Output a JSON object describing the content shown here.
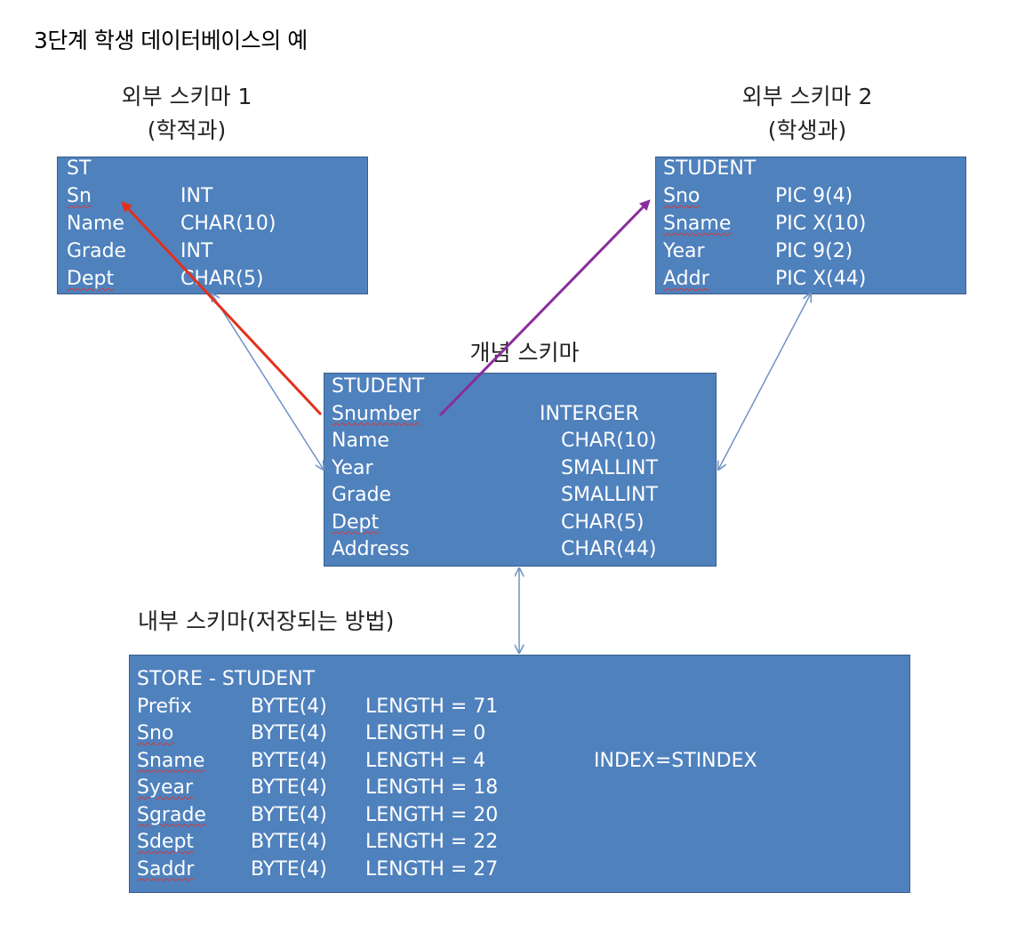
{
  "title": "3단계 학생 데이터베이스의 예",
  "external1": {
    "heading": "외부 스키마 1",
    "subheading": "(학적과)",
    "record": "ST",
    "fields": [
      {
        "name": "Sn",
        "type": "INT",
        "misspelled": true
      },
      {
        "name": "Name",
        "type": "CHAR(10)",
        "misspelled": false
      },
      {
        "name": "Grade",
        "type": "INT",
        "misspelled": false
      },
      {
        "name": "Dept",
        "type": "CHAR(5)",
        "misspelled": true
      }
    ]
  },
  "external2": {
    "heading": "외부 스키마 2",
    "subheading": "(학생과)",
    "record": "STUDENT",
    "fields": [
      {
        "name": "Sno",
        "type": "PIC 9(4)",
        "misspelled": true
      },
      {
        "name": "Sname",
        "type": "PIC X(10)",
        "misspelled": true
      },
      {
        "name": "Year",
        "type": "PIC 9(2)",
        "misspelled": false
      },
      {
        "name": "Addr",
        "type": "PIC X(44)",
        "misspelled": true
      }
    ]
  },
  "conceptual": {
    "heading": "개념 스키마",
    "record": "STUDENT",
    "fields": [
      {
        "name": "Snumber",
        "type": "INTERGER",
        "misspelled": true
      },
      {
        "name": "Name",
        "type": "CHAR(10)",
        "misspelled": false
      },
      {
        "name": "Year",
        "type": "SMALLINT",
        "misspelled": false
      },
      {
        "name": "Grade",
        "type": "SMALLINT",
        "misspelled": false
      },
      {
        "name": "Dept",
        "type": "CHAR(5)",
        "misspelled": true
      },
      {
        "name": "Address",
        "type": "CHAR(44)",
        "misspelled": false
      }
    ]
  },
  "internal": {
    "heading": "내부 스키마(저장되는 방법)",
    "record": "STORE - STUDENT",
    "index": "INDEX=STINDEX",
    "fields": [
      {
        "name": "Prefix",
        "type": "BYTE(4)",
        "length": "LENGTH = 71",
        "misspelled": false
      },
      {
        "name": "Sno",
        "type": "BYTE(4)",
        "length": "LENGTH = 0",
        "misspelled": true
      },
      {
        "name": "Sname",
        "type": "BYTE(4)",
        "length": "LENGTH = 4",
        "misspelled": true
      },
      {
        "name": "Syear",
        "type": "BYTE(4)",
        "length": "LENGTH = 18",
        "misspelled": true
      },
      {
        "name": "Sgrade",
        "type": "BYTE(4)",
        "length": "LENGTH = 20",
        "misspelled": true
      },
      {
        "name": "Sdept",
        "type": "BYTE(4)",
        "length": "LENGTH = 22",
        "misspelled": true
      },
      {
        "name": "Saddr",
        "type": "BYTE(4)",
        "length": "LENGTH = 27",
        "misspelled": true
      }
    ]
  },
  "colors": {
    "box_fill": "#4f81bd",
    "box_text": "#ffffff",
    "mapping_line": "#6f93c4",
    "red_arrow": "#e3301c",
    "purple_arrow": "#8a2d9c"
  }
}
